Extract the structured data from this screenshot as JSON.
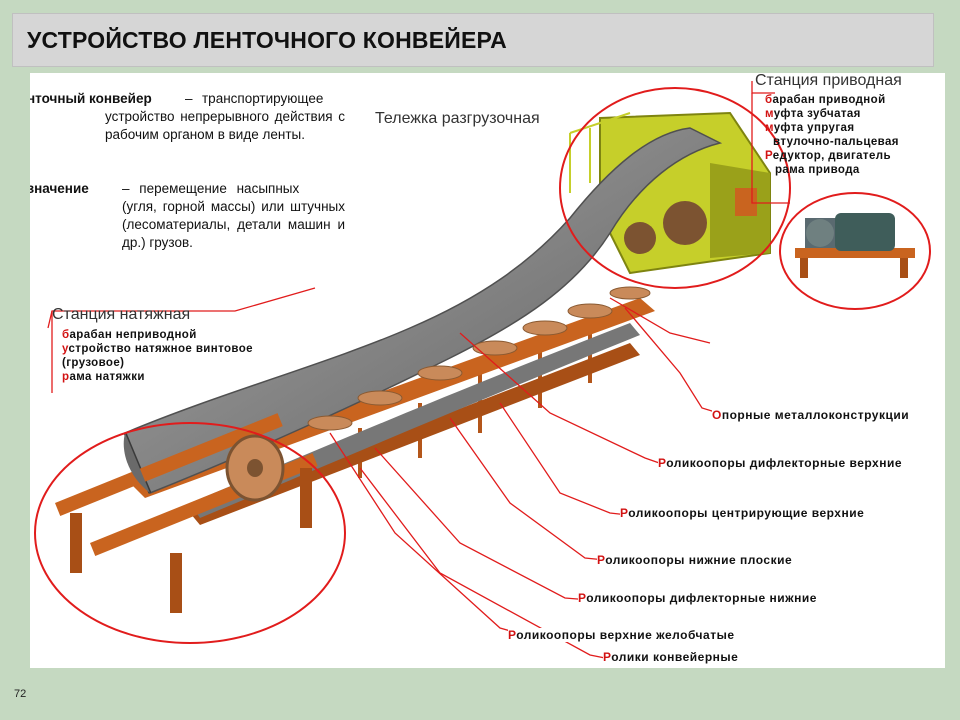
{
  "slide": {
    "title": "УСТРОЙСТВО ЛЕНТОЧНОГО КОНВЕЙЕРА",
    "page_number": "72"
  },
  "definitions": {
    "conveyor_term": "Ленточный конвейер",
    "conveyor_dash": "–",
    "conveyor_text_1": "транспортирующее",
    "conveyor_text_2": "устройство непрерывного действия с рабочим органом в виде ленты.",
    "purpose_term": "Назначение",
    "purpose_text_1": "–  перемещение насыпных",
    "purpose_text_2": "(угля, горной массы) или штучных (лесоматериалы, детали машин и др.) грузов."
  },
  "callouts": {
    "drive_station": {
      "title": "Станция приводная",
      "items": [
        {
          "first": "б",
          "rest": "арабан приводной"
        },
        {
          "first": "м",
          "rest": "уфта зубчатая"
        },
        {
          "first": "м",
          "rest": "уфта упругая"
        },
        {
          "first": "",
          "rest": "втулочно-пальцевая"
        },
        {
          "first": "Р",
          "rest": "едуктор, двигатель"
        },
        {
          "first": "",
          "rest": "рама привода"
        }
      ]
    },
    "tension_station": {
      "title": "Станция натяжная",
      "items": [
        {
          "first": "б",
          "rest": "арабан неприводной"
        },
        {
          "first": "у",
          "rest": "стройство натяжное винтовое"
        },
        {
          "first": "",
          "rest": "(грузовое)"
        },
        {
          "first": "р",
          "rest": "ама натяжки"
        }
      ]
    },
    "unloading_cart": {
      "title": "Тележка разгрузочная"
    }
  },
  "parts": [
    {
      "first": "О",
      "rest": "порные металлоконструкции"
    },
    {
      "first": "Р",
      "rest": "оликоопоры дифлекторные верхние"
    },
    {
      "first": "Р",
      "rest": "оликоопоры центрирующие верхние"
    },
    {
      "first": "Р",
      "rest": "оликоопоры нижние плоские"
    },
    {
      "first": "Р",
      "rest": "оликоопоры дифлекторные нижние"
    },
    {
      "first": "Р",
      "rest": "оликоопоры верхние желобчатые"
    },
    {
      "first": "Р",
      "rest": "олики конвейерные"
    }
  ],
  "colors": {
    "background": "#c5d9c1",
    "title_bar": "#d6d6d6",
    "panel": "#ffffff",
    "frame": "#c9641f",
    "belt": "#8a8a8a",
    "cart": "#b9c41e",
    "leader_lines": "#e11c1c"
  }
}
